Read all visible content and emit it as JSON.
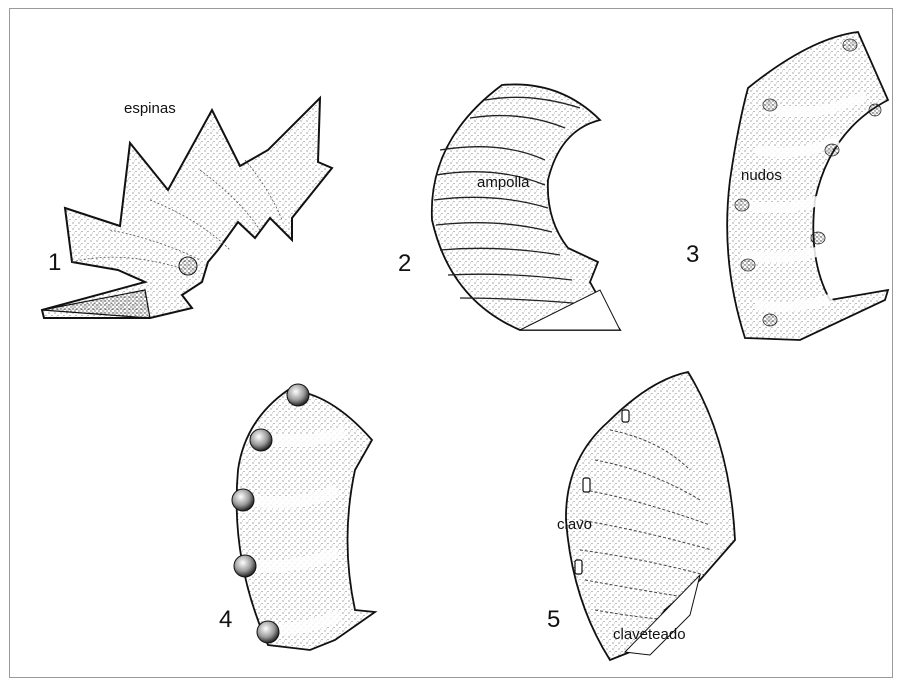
{
  "figures": [
    {
      "number": "1",
      "label": "espinas"
    },
    {
      "number": "2",
      "label": "ampolla"
    },
    {
      "number": "3",
      "label": "nudos"
    },
    {
      "number": "4",
      "label": ""
    },
    {
      "number": "5",
      "label_a": "clavo",
      "label_b": "claveteado"
    }
  ]
}
